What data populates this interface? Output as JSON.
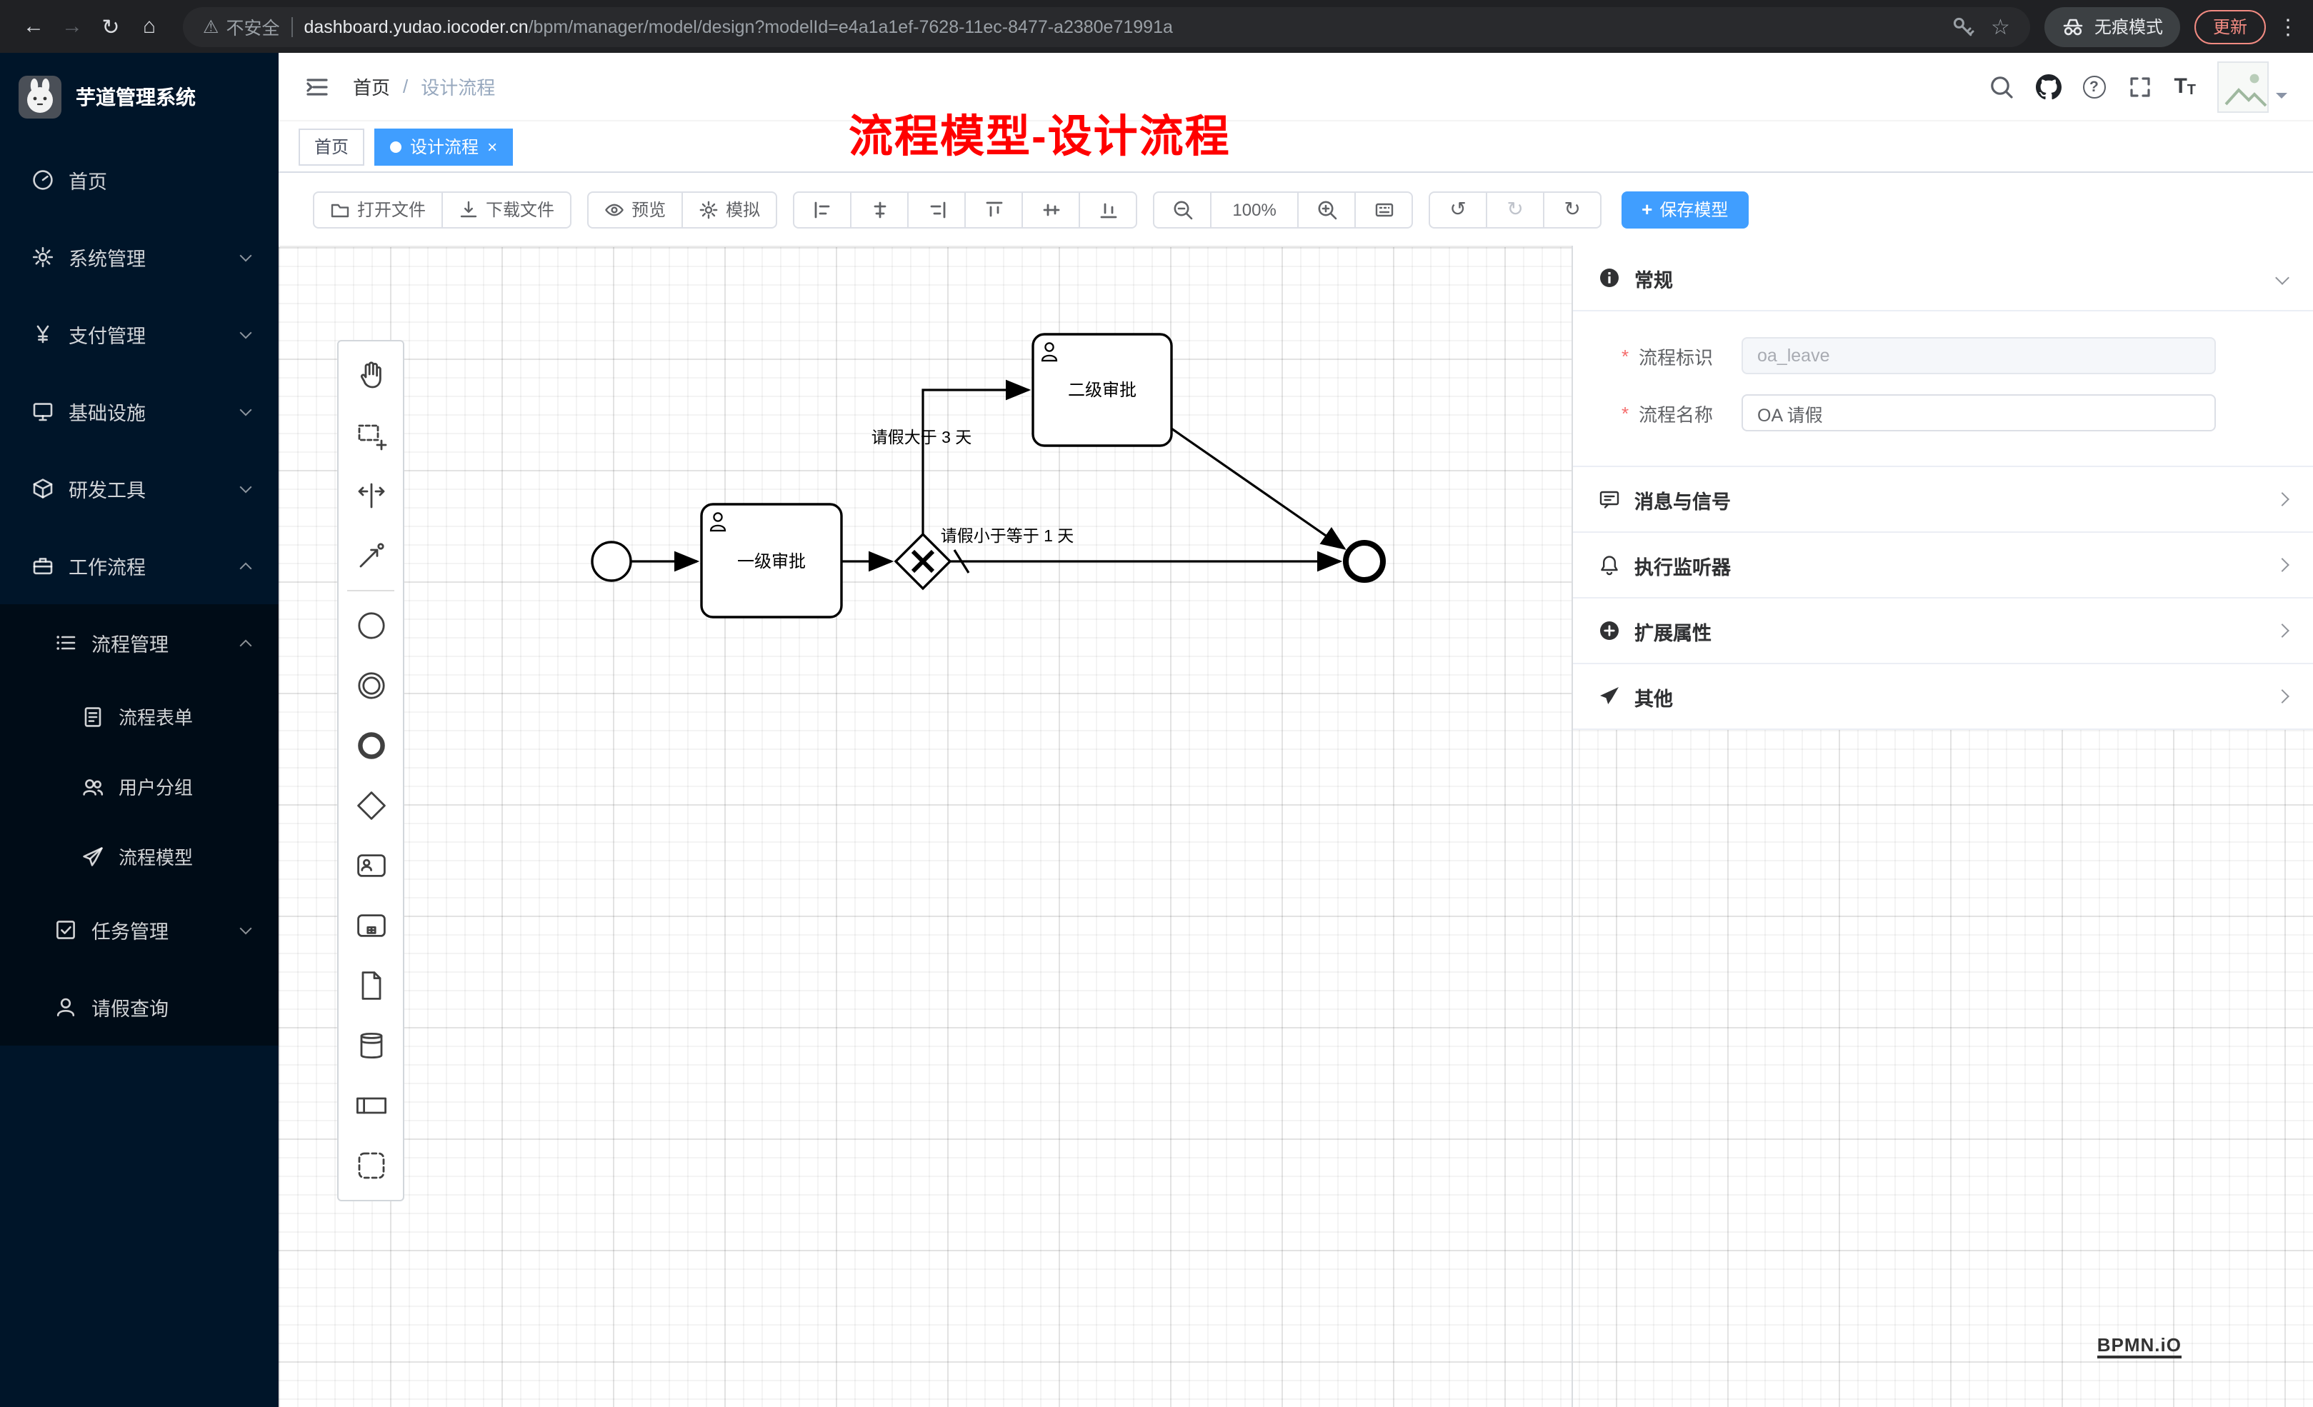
{
  "browser": {
    "security": "不安全",
    "url_domain": "dashboard.yudao.iocoder.cn",
    "url_path": "/bpm/manager/model/design?modelId=e4a1a1ef-7628-11ec-8477-a2380e71991a",
    "incognito": "无痕模式",
    "update": "更新"
  },
  "sidebar": {
    "title": "芋道管理系统",
    "items": [
      {
        "label": "首页"
      },
      {
        "label": "系统管理"
      },
      {
        "label": "支付管理"
      },
      {
        "label": "基础设施"
      },
      {
        "label": "研发工具"
      },
      {
        "label": "工作流程"
      },
      {
        "label": "流程管理"
      },
      {
        "label": "流程表单"
      },
      {
        "label": "用户分组"
      },
      {
        "label": "流程模型"
      },
      {
        "label": "任务管理"
      },
      {
        "label": "请假查询"
      }
    ]
  },
  "header": {
    "breadcrumb_home": "首页",
    "breadcrumb_current": "设计流程",
    "annotation": "流程模型-设计流程"
  },
  "tabs": {
    "home": "首页",
    "current": "设计流程"
  },
  "toolbar": {
    "open": "打开文件",
    "download": "下载文件",
    "preview": "预览",
    "simulate": "模拟",
    "zoom": "100%",
    "save": "保存模型"
  },
  "diagram": {
    "task1": "一级审批",
    "task2": "二级审批",
    "flow_gt3": "请假大于 3 天",
    "flow_le1": "请假小于等于 1 天"
  },
  "properties": {
    "required_mark": "*",
    "general": "常规",
    "key_label": "流程标识",
    "key_value": "oa_leave",
    "name_label": "流程名称",
    "name_value": "OA 请假",
    "section_message": "消息与信号",
    "section_listener": "执行监听器",
    "section_ext": "扩展属性",
    "section_other": "其他"
  },
  "watermark": "BPMN.iO"
}
